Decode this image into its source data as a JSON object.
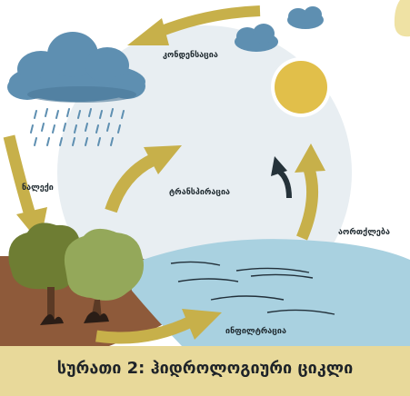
{
  "labels": {
    "condensation": "კონდენსაცია",
    "precipitation": "ნალექი",
    "transpiration": "ტრანსპირაცია",
    "evaporation": "აორთქლება",
    "infiltration": "ინფილტრაცია"
  },
  "caption": "სურათი 2: ჰიდროლოგიური ციკლი",
  "colors": {
    "arrow": "#c7b04a",
    "sun": "#e1bf4a",
    "cloud": "#5e8fb1",
    "water": "#a9d1e0",
    "ground": "#8e5a3a",
    "tree_light": "#94a85a",
    "tree_dark": "#6e7d33",
    "caption_bar": "#e8d99a",
    "background_circle": "#e8eef2"
  }
}
